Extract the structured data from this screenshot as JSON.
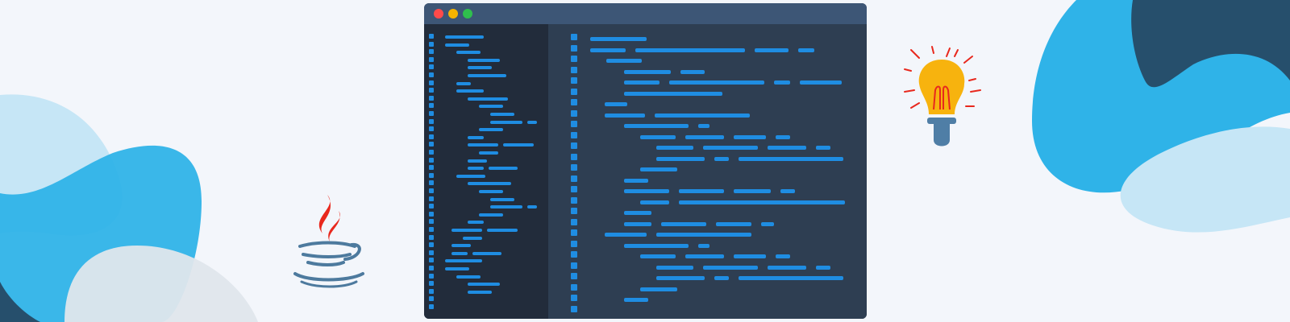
{
  "colors": {
    "background": "#f3f6fb",
    "editor_body": "#2e3e52",
    "editor_sidebar": "#222c3b",
    "titlebar": "#3d5676",
    "code_line": "#1f8de2",
    "blob_light": "#c6e6f6",
    "blob_mid": "#2fb3e8",
    "blob_dark": "#264f6c",
    "java_red": "#e8281d",
    "java_blue": "#4d7a9e",
    "bulb_yellow": "#f7b30e",
    "bulb_base": "#4f7ea6"
  },
  "window_controls": [
    "close",
    "minimize",
    "maximize"
  ],
  "icons": [
    "java-logo-icon",
    "lightbulb-icon"
  ]
}
